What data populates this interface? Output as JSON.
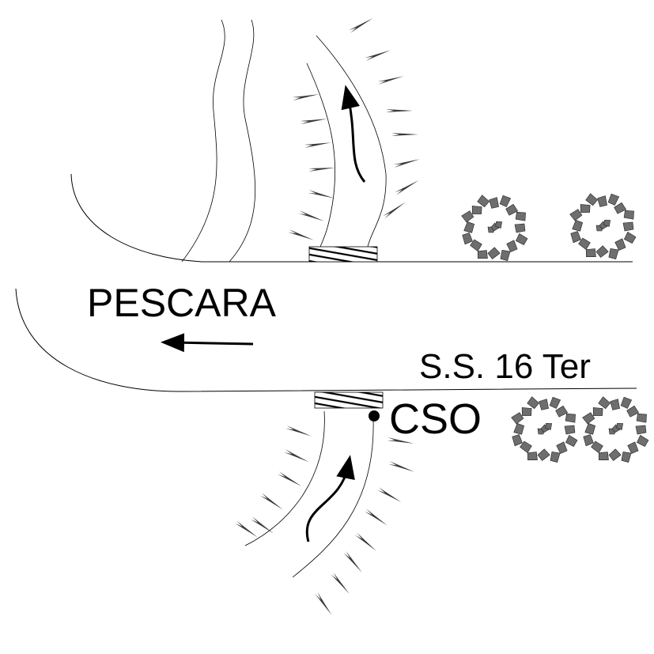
{
  "labels": {
    "city": "PESCARA",
    "road": "S.S. 16 Ter",
    "point": "CSO"
  },
  "colors": {
    "line": "#000000",
    "foliage": "#6e6e6e",
    "spike": "#3a3a3a"
  }
}
